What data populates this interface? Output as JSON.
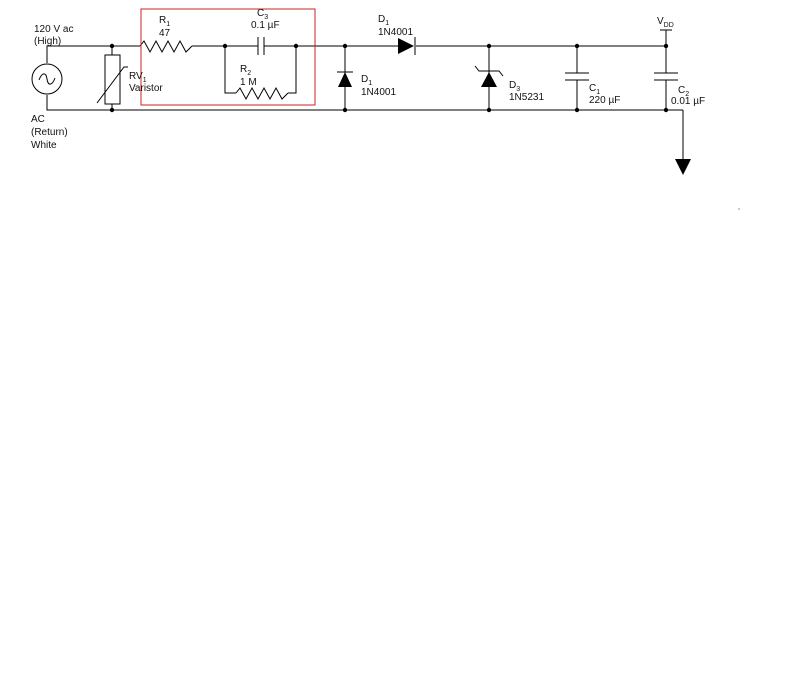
{
  "source": {
    "line1": "120 V ac",
    "line2": "(High)",
    "ret1": "AC",
    "ret2": "(Return)",
    "ret3": "White",
    "icon": "sine-wave-icon"
  },
  "rv1": {
    "ref": "RV",
    "sub": "1",
    "value": "Varistor"
  },
  "r1": {
    "ref": "R",
    "sub": "1",
    "value": "47"
  },
  "c3": {
    "ref": "C",
    "sub": "3",
    "value": "0.1 µF"
  },
  "r2": {
    "ref": "R",
    "sub": "2",
    "value": "1 M"
  },
  "d1a": {
    "ref": "D",
    "sub": "1",
    "value": "1N4001"
  },
  "d1b": {
    "ref": "D",
    "sub": "1",
    "value": "1N4001"
  },
  "d3": {
    "ref": "D",
    "sub": "3",
    "value": "1N5231"
  },
  "c1": {
    "ref": "C",
    "sub": "1",
    "value": "220 µF"
  },
  "c2": {
    "ref": "C",
    "sub": "2",
    "value": "0.01 µF"
  },
  "vdd": {
    "ref": "V",
    "sub": "DD"
  },
  "colors": {
    "wire": "#000000",
    "highlight": "#cc2222"
  }
}
